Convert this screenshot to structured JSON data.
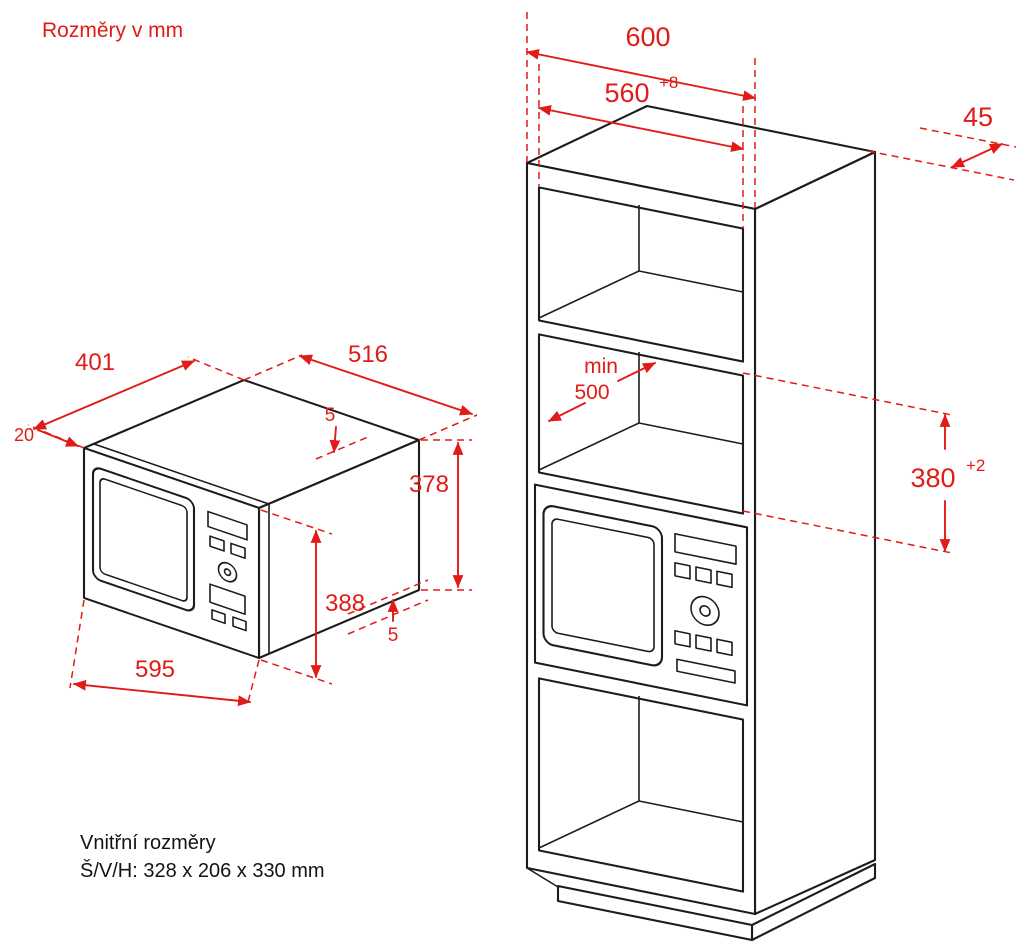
{
  "colors": {
    "dimension_red": "#e11b17",
    "line_black": "#1c1c1c",
    "background": "#ffffff"
  },
  "title": {
    "units_note": "Rozměry v mm"
  },
  "internal_dimensions": {
    "line1": "Vnitřní rozměry",
    "line2": "Š/V/H: 328 x 206 x 330 mm"
  },
  "microwave_dims": {
    "depth": "401",
    "front_frame_offset": "20",
    "body_width": "516",
    "top_gap": "5",
    "body_height": "378",
    "frame_height": "388",
    "bottom_gap": "5",
    "frame_width": "595"
  },
  "cabinet_dims": {
    "cabinet_width": "600",
    "niche_width": "560",
    "niche_width_tol": "+8",
    "rear_gap": "45",
    "min_depth_prefix": "min",
    "min_depth_value": "500",
    "niche_height": "380",
    "niche_height_tol": "+2"
  }
}
